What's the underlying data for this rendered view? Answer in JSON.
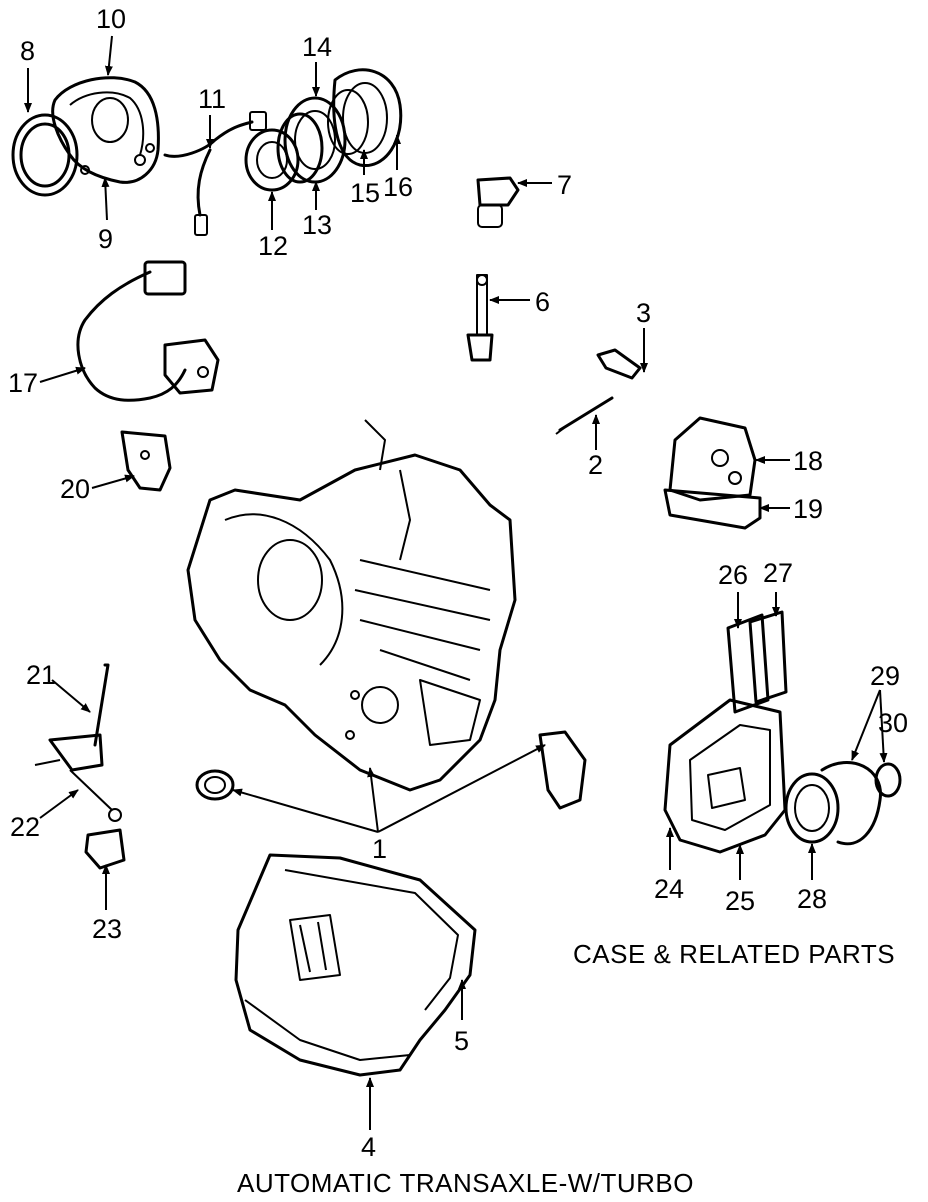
{
  "captions": {
    "section_title": "CASE & RELATED PARTS",
    "assembly_title": "AUTOMATIC TRANSAXLE-W/TURBO"
  },
  "callouts": {
    "p1": "1",
    "p2": "2",
    "p3": "3",
    "p4": "4",
    "p5": "5",
    "p6": "6",
    "p7": "7",
    "p8": "8",
    "p9": "9",
    "p10": "10",
    "p11": "11",
    "p12": "12",
    "p13": "13",
    "p14": "14",
    "p15": "15",
    "p16": "16",
    "p17": "17",
    "p18": "18",
    "p19": "19",
    "p20": "20",
    "p21": "21",
    "p22": "22",
    "p23": "23",
    "p24": "24",
    "p25": "25",
    "p26": "26",
    "p27": "27",
    "p28": "28",
    "p29": "29",
    "p30": "30"
  }
}
